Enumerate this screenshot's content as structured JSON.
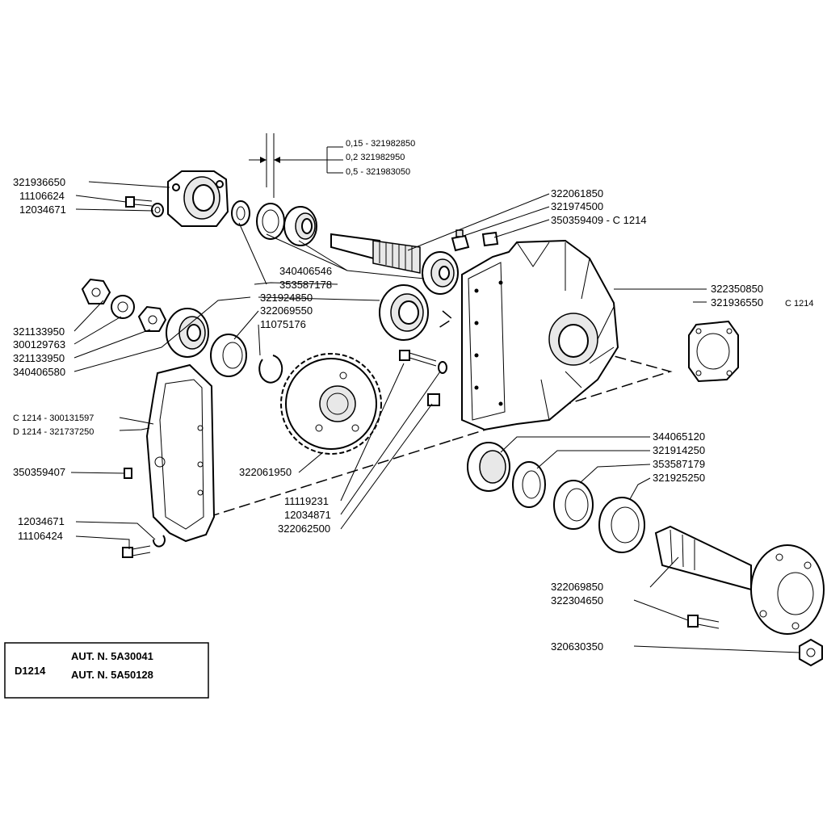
{
  "labels": {
    "l321982850": "0,15  - 321982850",
    "l321982950": "0,2    321982950",
    "l321983050": "0,5    - 321983050",
    "l321936650": "321936650",
    "l11106624": "11106624",
    "l12034671a": "12034671",
    "l322061850": "322061850",
    "l321974500": "321974500",
    "l350359409": "350359409 - C 1214",
    "l340406546": "340406546",
    "l353587178": "353587178",
    "l321133950a": "321133950",
    "l300129763": "300129763",
    "l321133950b": "321133950",
    "l340406580": "340406580",
    "l321924850": "321924850",
    "l322069550": "322069550",
    "l11075176": "11075176",
    "l322350850": "322350850",
    "l321936550": "321936550",
    "lc1214": "C 1214",
    "lc300131597": "C 1214 - 300131597",
    "ld321737250": "D 1214 - 321737250",
    "l350359407": "350359407",
    "l322061950": "322061950",
    "l11119231": "11119231",
    "l12034871": "12034871",
    "l322062500": "322062500",
    "l12034671b": "12034671",
    "l11106424": "11106424",
    "l344065120": "344065120",
    "l321914250": "321914250",
    "l353587179": "353587179",
    "l321925250": "321925250",
    "l322069850": "322069850",
    "l322304650": "322304650",
    "l320630350": "320630350"
  },
  "infobox": {
    "model": "D1214",
    "line1": "AUT. N. 5A30041",
    "line2": "AUT. N. 5A50128"
  }
}
